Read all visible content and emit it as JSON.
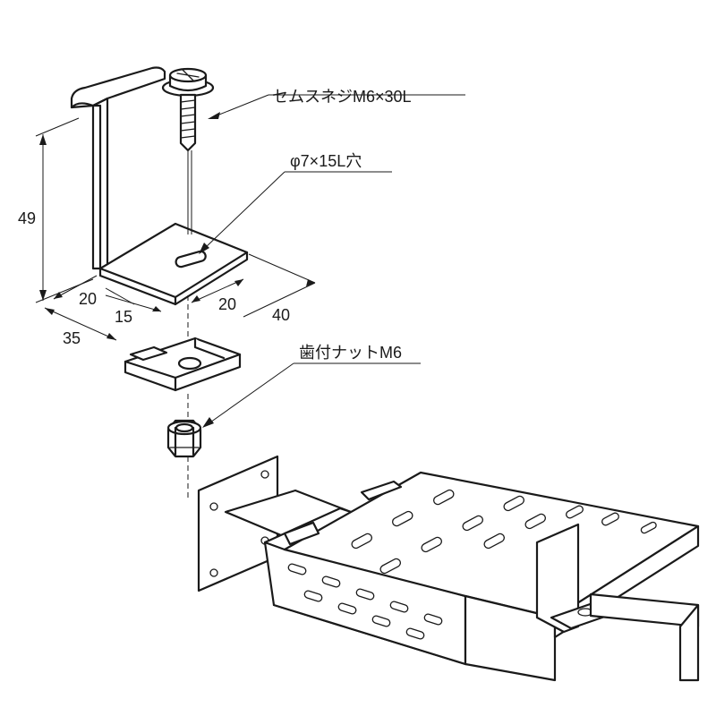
{
  "labels": {
    "screw": "セムスネジM6×30L",
    "hole": "φ7×15L穴",
    "nut": "歯付ナットM6"
  },
  "dimensions": {
    "height": "49",
    "width_left": "20",
    "offset": "15",
    "depth": "35",
    "width_right": "20",
    "length": "40"
  }
}
